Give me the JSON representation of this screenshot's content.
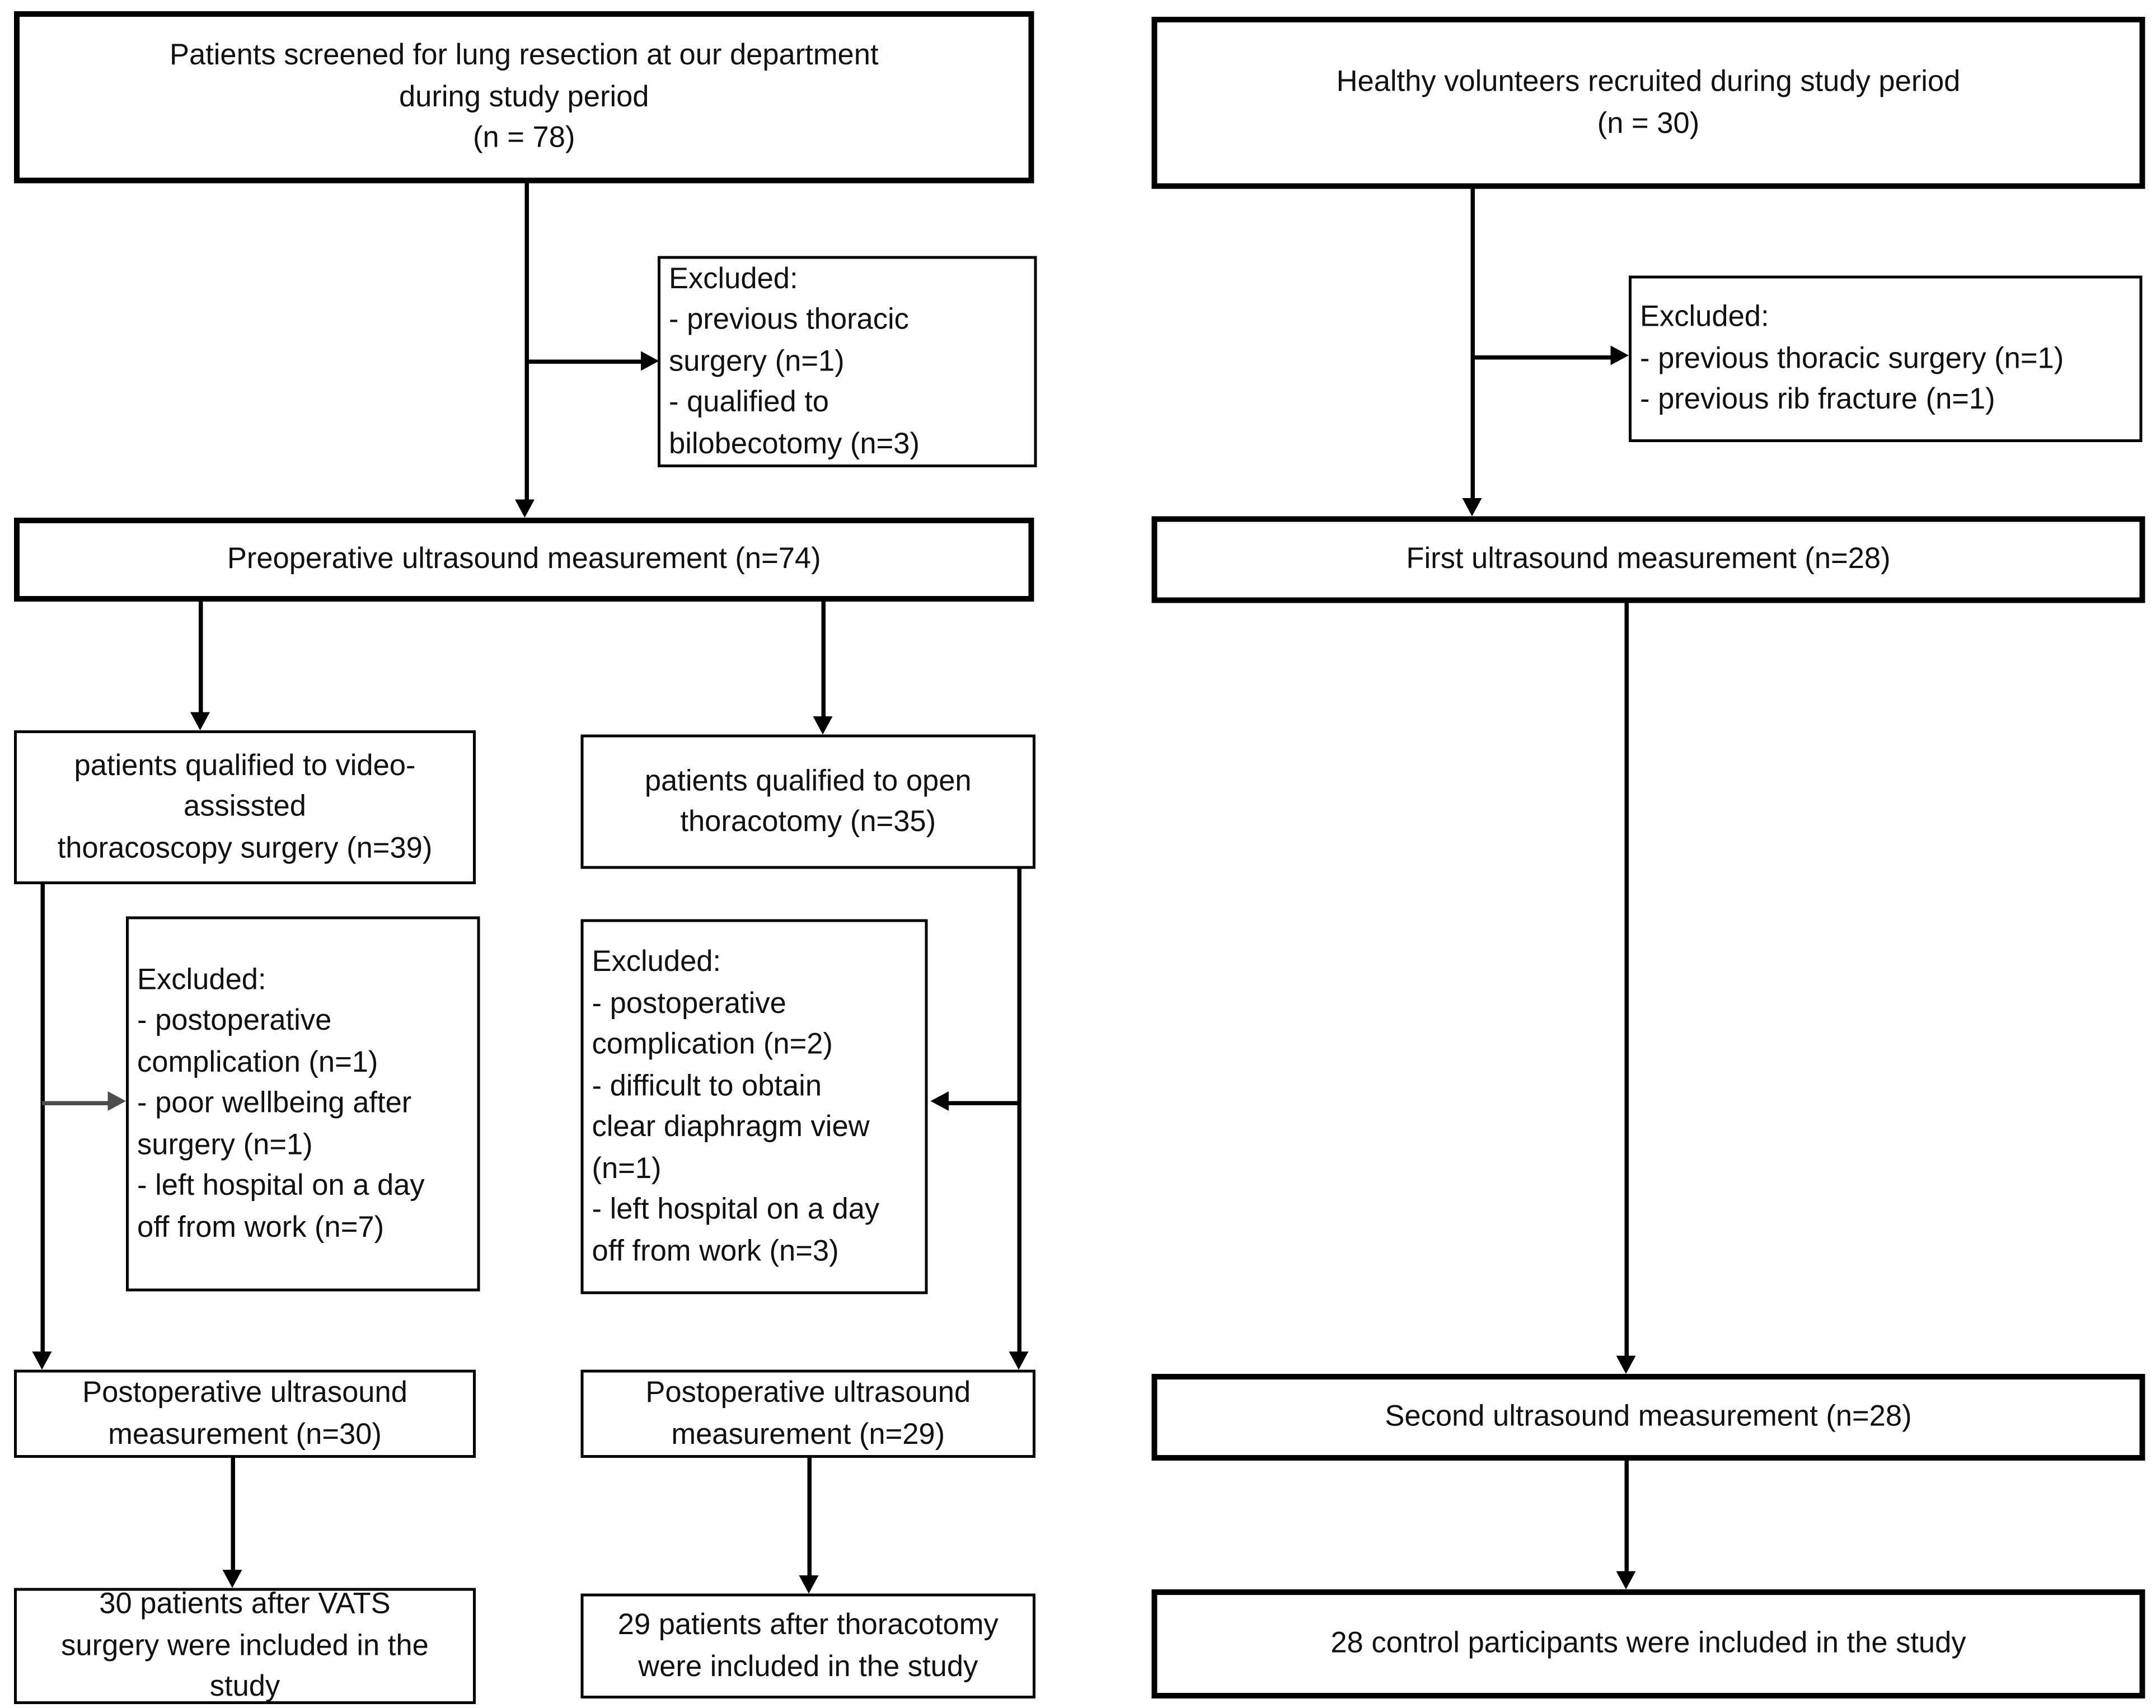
{
  "boxes": {
    "screened": {
      "text": "Patients screened for lung resection at our department\nduring study period\n(n = 78)"
    },
    "healthy": {
      "text": "Healthy volunteers recruited during study period\n(n = 30)"
    },
    "excluded_screened": {
      "text": "Excluded:\n- previous thoracic\nsurgery (n=1)\n- qualified to\nbilobecotomy (n=3)"
    },
    "excluded_healthy": {
      "text": "Excluded:\n- previous thoracic surgery (n=1)\n- previous rib fracture (n=1)"
    },
    "preop_us": {
      "text": "Preoperative ultrasound measurement (n=74)"
    },
    "first_us": {
      "text": "First ultrasound measurement (n=28)"
    },
    "vats_qualified": {
      "text": "patients qualified to video-\nassissted\nthoracoscopy surgery (n=39)"
    },
    "thoracotomy_qualified": {
      "text": "patients qualified to open\nthoracotomy (n=35)"
    },
    "excluded_vats": {
      "text": "Excluded:\n- postoperative\ncomplication (n=1)\n- poor wellbeing after\nsurgery (n=1)\n- left hospital on a day\noff from work (n=7)"
    },
    "excluded_thoracotomy": {
      "text": "Excluded:\n- postoperative\ncomplication (n=2)\n- difficult to obtain\nclear diaphragm view\n(n=1)\n- left hospital on a day\noff from work (n=3)"
    },
    "postop_us_vats": {
      "text": "Postoperative ultrasound\nmeasurement (n=30)"
    },
    "postop_us_thoracotomy": {
      "text": "Postoperative ultrasound\nmeasurement (n=29)"
    },
    "second_us": {
      "text": "Second ultrasound measurement (n=28)"
    },
    "included_vats": {
      "text": "30 patients after VATS\nsurgery were included in the\nstudy"
    },
    "included_thoracotomy": {
      "text": "29 patients after thoracotomy\nwere included in the study"
    },
    "included_control": {
      "text": "28 control participants were included in the study"
    }
  },
  "colors": {
    "line": "#000000",
    "gray_line": "#4d4d4d",
    "background": "#ffffff"
  }
}
